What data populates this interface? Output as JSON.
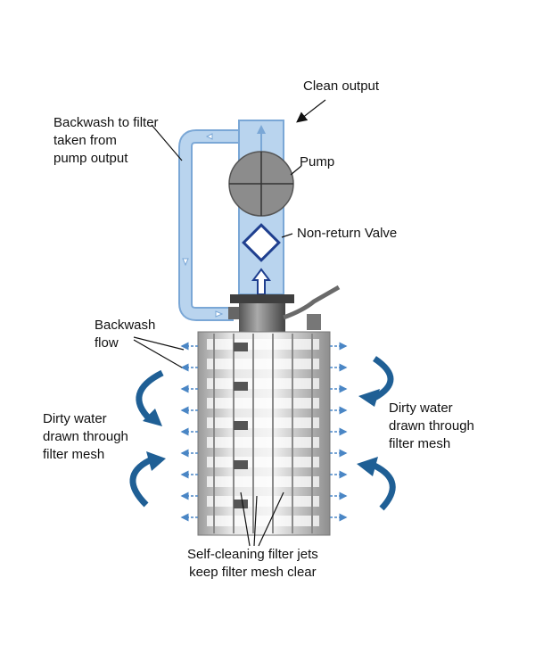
{
  "labels": {
    "clean_output": "Clean output",
    "backwash_to_filter": "Backwash to filter\ntaken from\npump output",
    "pump": "Pump",
    "non_return_valve": "Non-return Valve",
    "backwash_flow": "Backwash\nflow",
    "dirty_water_left": "Dirty water\ndrawn through\nfilter mesh",
    "dirty_water_right": "Dirty water\ndrawn through\nfilter mesh",
    "filter_jets": "Self-cleaning filter jets\nkeep filter mesh clear"
  },
  "colors": {
    "pipe_fill": "#b9d4ee",
    "pipe_stroke": "#7aa7d6",
    "pump_fill": "#8c8c8c",
    "valve_stroke": "#1f3f8f",
    "curved_arrow": "#1f5f95",
    "jet_arrow": "#4a86c5",
    "filter_body": "#d8d8d8",
    "filter_dark": "#555555"
  }
}
